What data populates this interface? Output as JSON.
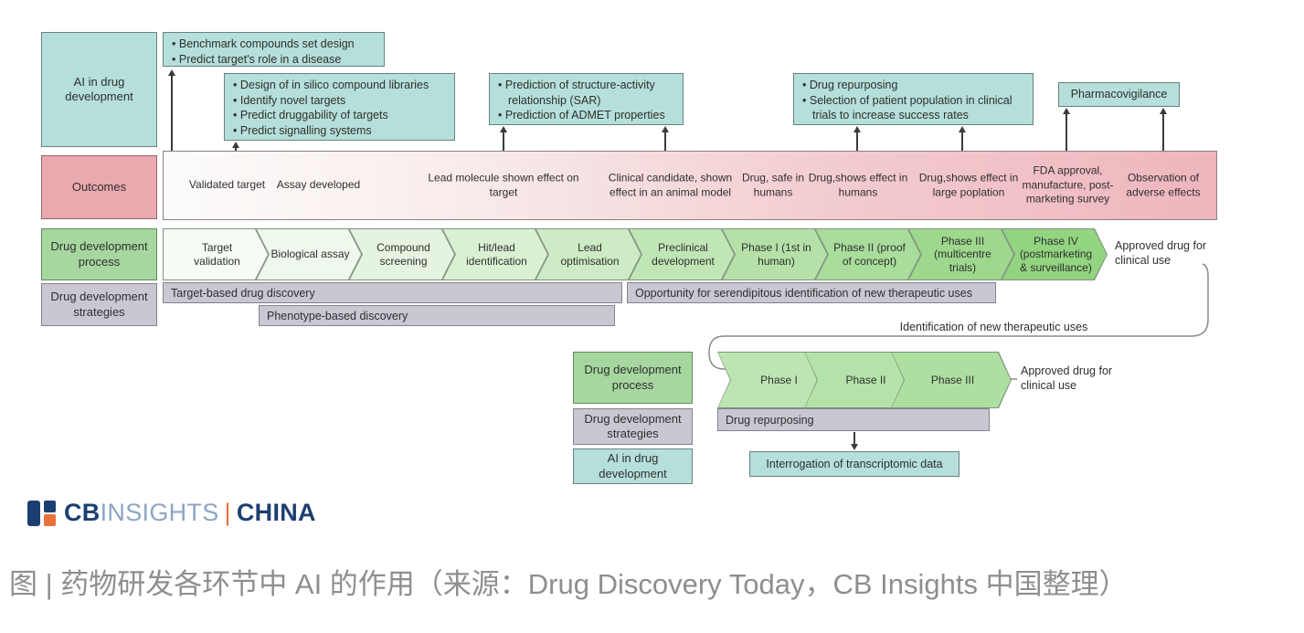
{
  "colors": {
    "teal_box": "#b5dfda",
    "pink_box": "#e9a9ae",
    "green_box": "#a6d79f",
    "gray_bar": "#c9c7d2",
    "outcomes_gradient_end": "#eeb6bc",
    "logo_navy": "#1c3f71",
    "logo_orange": "#e8713c",
    "caption_gray": "#8e8e8e"
  },
  "row_labels": {
    "ai": "AI in drug development",
    "outcomes": "Outcomes",
    "process": "Drug development process",
    "strategies": "Drug development strategies"
  },
  "ai_boxes": {
    "box1": {
      "lines": [
        "Benchmark compounds set design",
        "Predict target's role in a disease"
      ]
    },
    "box2": {
      "lines": [
        "Design of in silico compound libraries",
        "Identify novel targets",
        "Predict druggability of targets",
        "Predict signalling systems"
      ]
    },
    "box3": {
      "lines": [
        "Prediction of structure-activity relationship (SAR)",
        "Prediction of ADMET properties"
      ]
    },
    "box4": {
      "lines": [
        "Drug repurposing",
        "Selection of patient population in clinical trials to increase success rates"
      ]
    },
    "box5": {
      "label": "Pharmacovigilance"
    }
  },
  "outcomes": {
    "items": [
      "Validated target",
      "Assay developed",
      "Lead molecule shown effect on target",
      "Clinical candidate, shown effect in an animal model",
      "Drug, safe in humans",
      "Drug,shows effect in humans",
      "Drug,shows effect in large poplation",
      "FDA approval, manufacture, post-marketing survey",
      "Observation of adverse effects"
    ]
  },
  "process": {
    "steps": [
      "Target validation",
      "Biological assay",
      "Compound screening",
      "Hit/lead identification",
      "Lead optimisation",
      "Preclinical development",
      "Phase I (1st in human)",
      "Phase II (proof of concept)",
      "Phase III (multicentre trials)",
      "Phase IV (postmarketing & surveillance)"
    ],
    "approved": "Approved drug for clinical use"
  },
  "strategies": {
    "target_based": "Target-based drug discovery",
    "phenotype": "Phenotype-based discovery",
    "opportunity": "Opportunity for serendipitous identification of new therapeutic uses",
    "identification": "Identification of new therapeutic uses"
  },
  "repurposing": {
    "phases": [
      "Phase I",
      "Phase II",
      "Phase III"
    ],
    "approved": "Approved drug for clinical use",
    "bar": "Drug repurposing",
    "interrogation": "Interrogation of transcriptomic data"
  },
  "footer": {
    "logo": {
      "cb": "CB",
      "insights": "INSIGHTS",
      "divider": "|",
      "china": "CHINA"
    },
    "caption": "图 | 药物研发各环节中 AI 的作用（来源：Drug Discovery Today，CB Insights 中国整理）"
  }
}
